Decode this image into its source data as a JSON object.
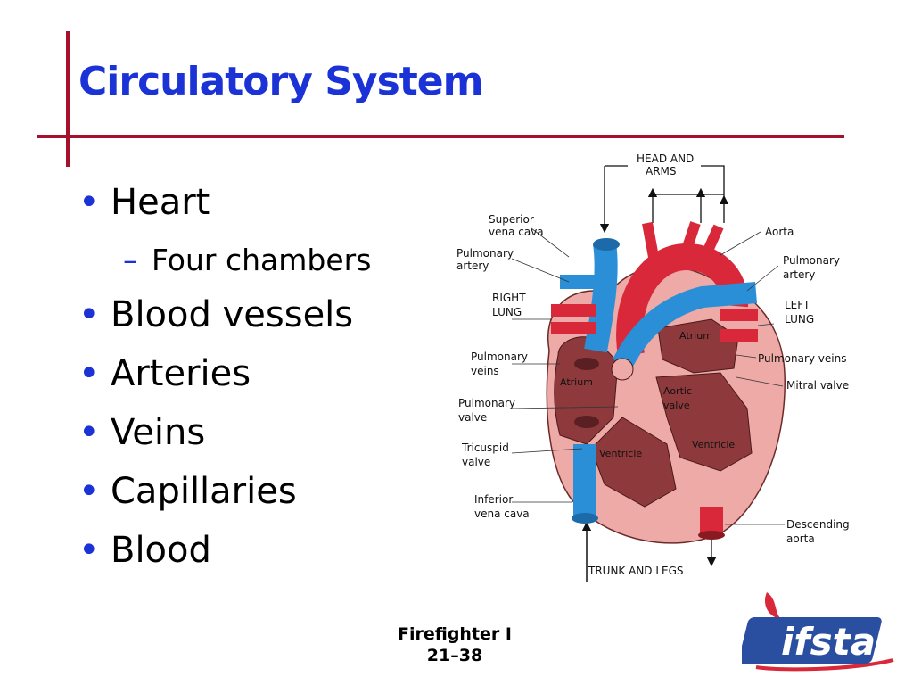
{
  "slide": {
    "title": "Circulatory System",
    "bullets": [
      {
        "text": "Heart",
        "sub": [
          "Four chambers"
        ]
      },
      {
        "text": "Blood vessels"
      },
      {
        "text": "Arteries"
      },
      {
        "text": "Veins"
      },
      {
        "text": "Capillaries"
      },
      {
        "text": "Blood"
      }
    ],
    "bullet_glyph": "•",
    "sub_glyph": "–"
  },
  "diagram": {
    "labels": {
      "head_arms_1": "HEAD AND",
      "head_arms_2": "ARMS",
      "sup_vc_1": "Superior",
      "sup_vc_2": "vena cava",
      "pulm_art_l_1": "Pulmonary",
      "pulm_art_l_2": "artery",
      "right_lung_1": "RIGHT",
      "right_lung_2": "LUNG",
      "pulm_veins_l_1": "Pulmonary",
      "pulm_veins_l_2": "veins",
      "pulm_valve_1": "Pulmonary",
      "pulm_valve_2": "valve",
      "tricuspid_1": "Tricuspid",
      "tricuspid_2": "valve",
      "inf_vc_1": "Inferior",
      "inf_vc_2": "vena cava",
      "trunk_legs": "TRUNK AND LEGS",
      "aorta": "Aorta",
      "pulm_art_r_1": "Pulmonary",
      "pulm_art_r_2": "artery",
      "left_lung_1": "LEFT",
      "left_lung_2": "LUNG",
      "pulm_veins_r": "Pulmonary veins",
      "mitral_valve": "Mitral valve",
      "descending_1": "Descending",
      "descending_2": "aorta",
      "atrium_left": "Atrium",
      "atrium_right": "Atrium",
      "aortic_valve_1": "Aortic",
      "aortic_valve_2": "valve",
      "ventricle_left": "Ventricle",
      "ventricle_right": "Ventricle"
    }
  },
  "footer": {
    "line1": "Firefighter I",
    "line2": "21–38"
  },
  "logo": {
    "wordmark": "ifsta"
  },
  "colors": {
    "accent_line": "#a5102a",
    "title": "#1a32d6",
    "vein_blue": "#2a8fd6",
    "artery_red": "#d8283a",
    "heart_pink": "#eeaaa6",
    "chamber": "#8e3a3c"
  }
}
